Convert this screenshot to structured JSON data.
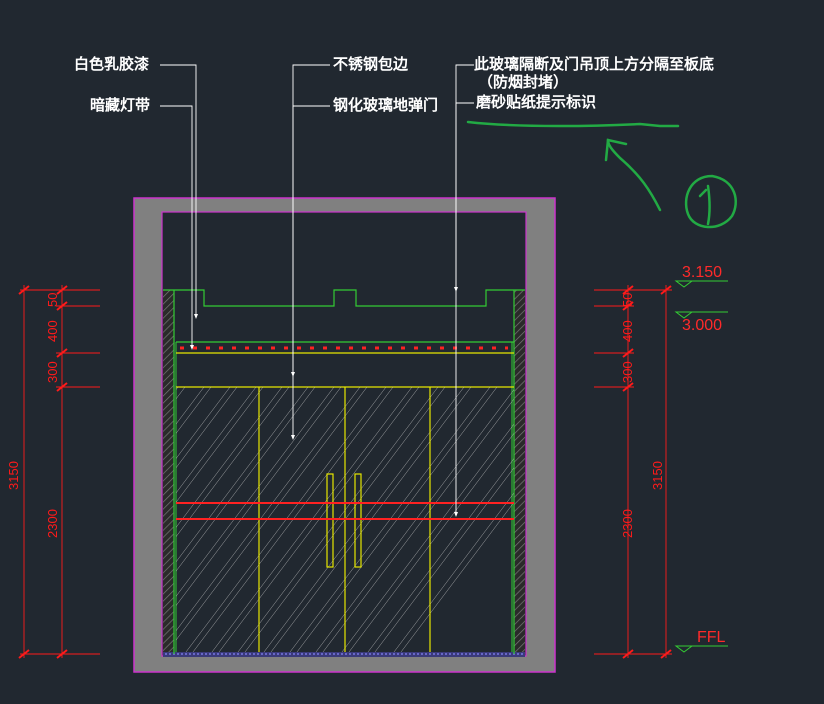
{
  "colors": {
    "background": "#212830",
    "wall": "#808080",
    "outline": "#cc33cc",
    "frame": "#33cc33",
    "glass_frame": "#e6e600",
    "dimension": "#ff1a1a",
    "annotation": "#ffffff",
    "markup": "#22aa44",
    "glass_hatch": "#c8c8c8"
  },
  "labels": {
    "left_top": "白色乳胶漆",
    "left_bottom": "暗藏灯带",
    "center_top": "不锈钢包边",
    "center_bottom": "钢化玻璃地弹门",
    "right_line1": "此玻璃隔断及门吊顶上方分隔至板底",
    "right_line2": "（防烟封堵）",
    "right_line3": "磨砂贴纸提示标识"
  },
  "dimensions": {
    "left": {
      "total": "3150",
      "segments": [
        "50",
        "400",
        "300",
        "2300"
      ]
    },
    "right": {
      "total": "3150",
      "segments": [
        "50",
        "400",
        "300",
        "2300"
      ]
    }
  },
  "levels": {
    "top": "3.150",
    "ceiling": "3.000",
    "floor": "FFL"
  },
  "markup": {
    "number": "1"
  }
}
